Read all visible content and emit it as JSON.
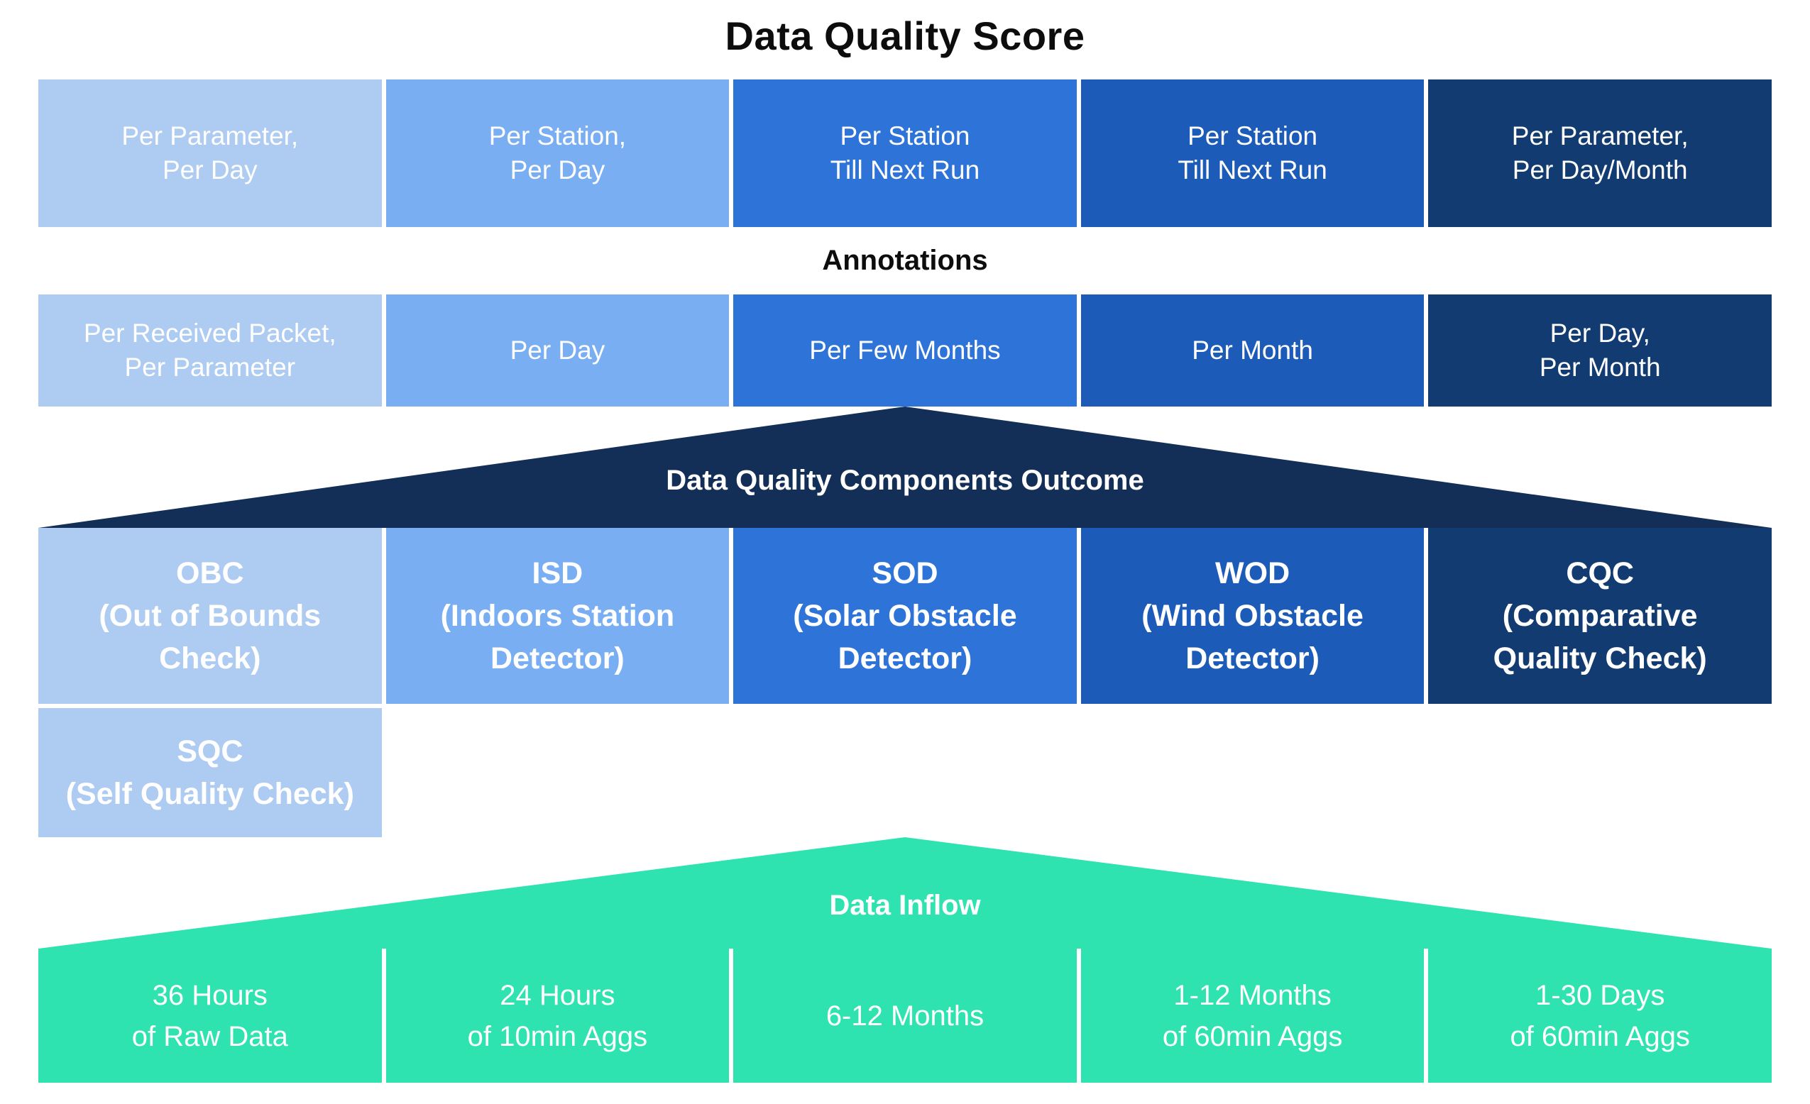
{
  "title": "Data Quality Score",
  "annotations_label": "Annotations",
  "score_row": [
    "Per Parameter,\nPer Day",
    "Per Station,\nPer Day",
    "Per Station\nTill Next Run",
    "Per Station\nTill Next Run",
    "Per Parameter,\nPer Day/Month"
  ],
  "annotations_row": [
    "Per Received Packet,\nPer Parameter",
    "Per Day",
    "Per Few Months",
    "Per Month",
    "Per Day,\nPer Month"
  ],
  "components_banner": "Data Quality Components Outcome",
  "components_row": [
    "OBC\n(Out of Bounds\nCheck)",
    "ISD\n(Indoors Station\nDetector)",
    "SOD\n(Solar Obstacle\nDetector)",
    "WOD\n(Wind Obstacle\nDetector)",
    "CQC\n(Comparative\nQuality Check)"
  ],
  "sqc_box": "SQC\n(Self Quality Check)",
  "inflow_banner": "Data Inflow",
  "inflow_row": [
    "36 Hours\nof Raw Data",
    "24 Hours\nof 10min Aggs",
    "6-12 Months",
    "1-12 Months\nof 60min Aggs",
    "1-30 Days\nof 60min Aggs"
  ],
  "colors": {
    "column_1": "#aecbf1",
    "column_2": "#7aaef3",
    "column_3": "#2e74d8",
    "column_4": "#1c5cb8",
    "column_5": "#123c71",
    "banner_navy": "#132e57",
    "teal": "#2fe3b1",
    "title_text": "#0d0d0d",
    "cell_text": "#ffffff"
  }
}
